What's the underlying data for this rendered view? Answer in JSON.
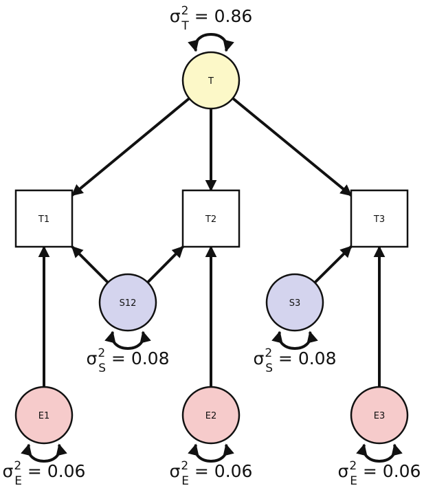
{
  "colors": {
    "latent_trait": "#fcf8c8",
    "specific_factor": "#d4d4ee",
    "error": "#f6cbcb",
    "observed": "#ffffff",
    "stroke": "#111111"
  },
  "nodes": {
    "T": {
      "label": "T",
      "shape": "circle",
      "kind": "latent_trait"
    },
    "T1": {
      "label": "T1",
      "shape": "square",
      "kind": "observed"
    },
    "T2": {
      "label": "T2",
      "shape": "square",
      "kind": "observed"
    },
    "T3": {
      "label": "T3",
      "shape": "square",
      "kind": "observed"
    },
    "S12": {
      "label": "S12",
      "shape": "circle",
      "kind": "specific_factor"
    },
    "S3": {
      "label": "S3",
      "shape": "circle",
      "kind": "specific_factor"
    },
    "E1": {
      "label": "E1",
      "shape": "circle",
      "kind": "error"
    },
    "E2": {
      "label": "E2",
      "shape": "circle",
      "kind": "error"
    },
    "E3": {
      "label": "E3",
      "shape": "circle",
      "kind": "error"
    }
  },
  "edges": [
    {
      "from": "T",
      "to": "T1"
    },
    {
      "from": "T",
      "to": "T2"
    },
    {
      "from": "T",
      "to": "T3"
    },
    {
      "from": "S12",
      "to": "T1"
    },
    {
      "from": "S12",
      "to": "T2"
    },
    {
      "from": "S3",
      "to": "T3"
    },
    {
      "from": "E1",
      "to": "T1"
    },
    {
      "from": "E2",
      "to": "T2"
    },
    {
      "from": "E3",
      "to": "T3"
    }
  ],
  "variances": {
    "T": {
      "sigma": "σ",
      "sup": "2",
      "sub": "T",
      "value": " = 0.86"
    },
    "S12": {
      "sigma": "σ",
      "sup": "2",
      "sub": "S",
      "value": " = 0.08"
    },
    "S3": {
      "sigma": "σ",
      "sup": "2",
      "sub": "S",
      "value": " = 0.08"
    },
    "E1": {
      "sigma": "σ",
      "sup": "2",
      "sub": "E",
      "value": " = 0.06"
    },
    "E2": {
      "sigma": "σ",
      "sup": "2",
      "sub": "E",
      "value": " = 0.06"
    },
    "E3": {
      "sigma": "σ",
      "sup": "2",
      "sub": "E",
      "value": " = 0.06"
    }
  }
}
